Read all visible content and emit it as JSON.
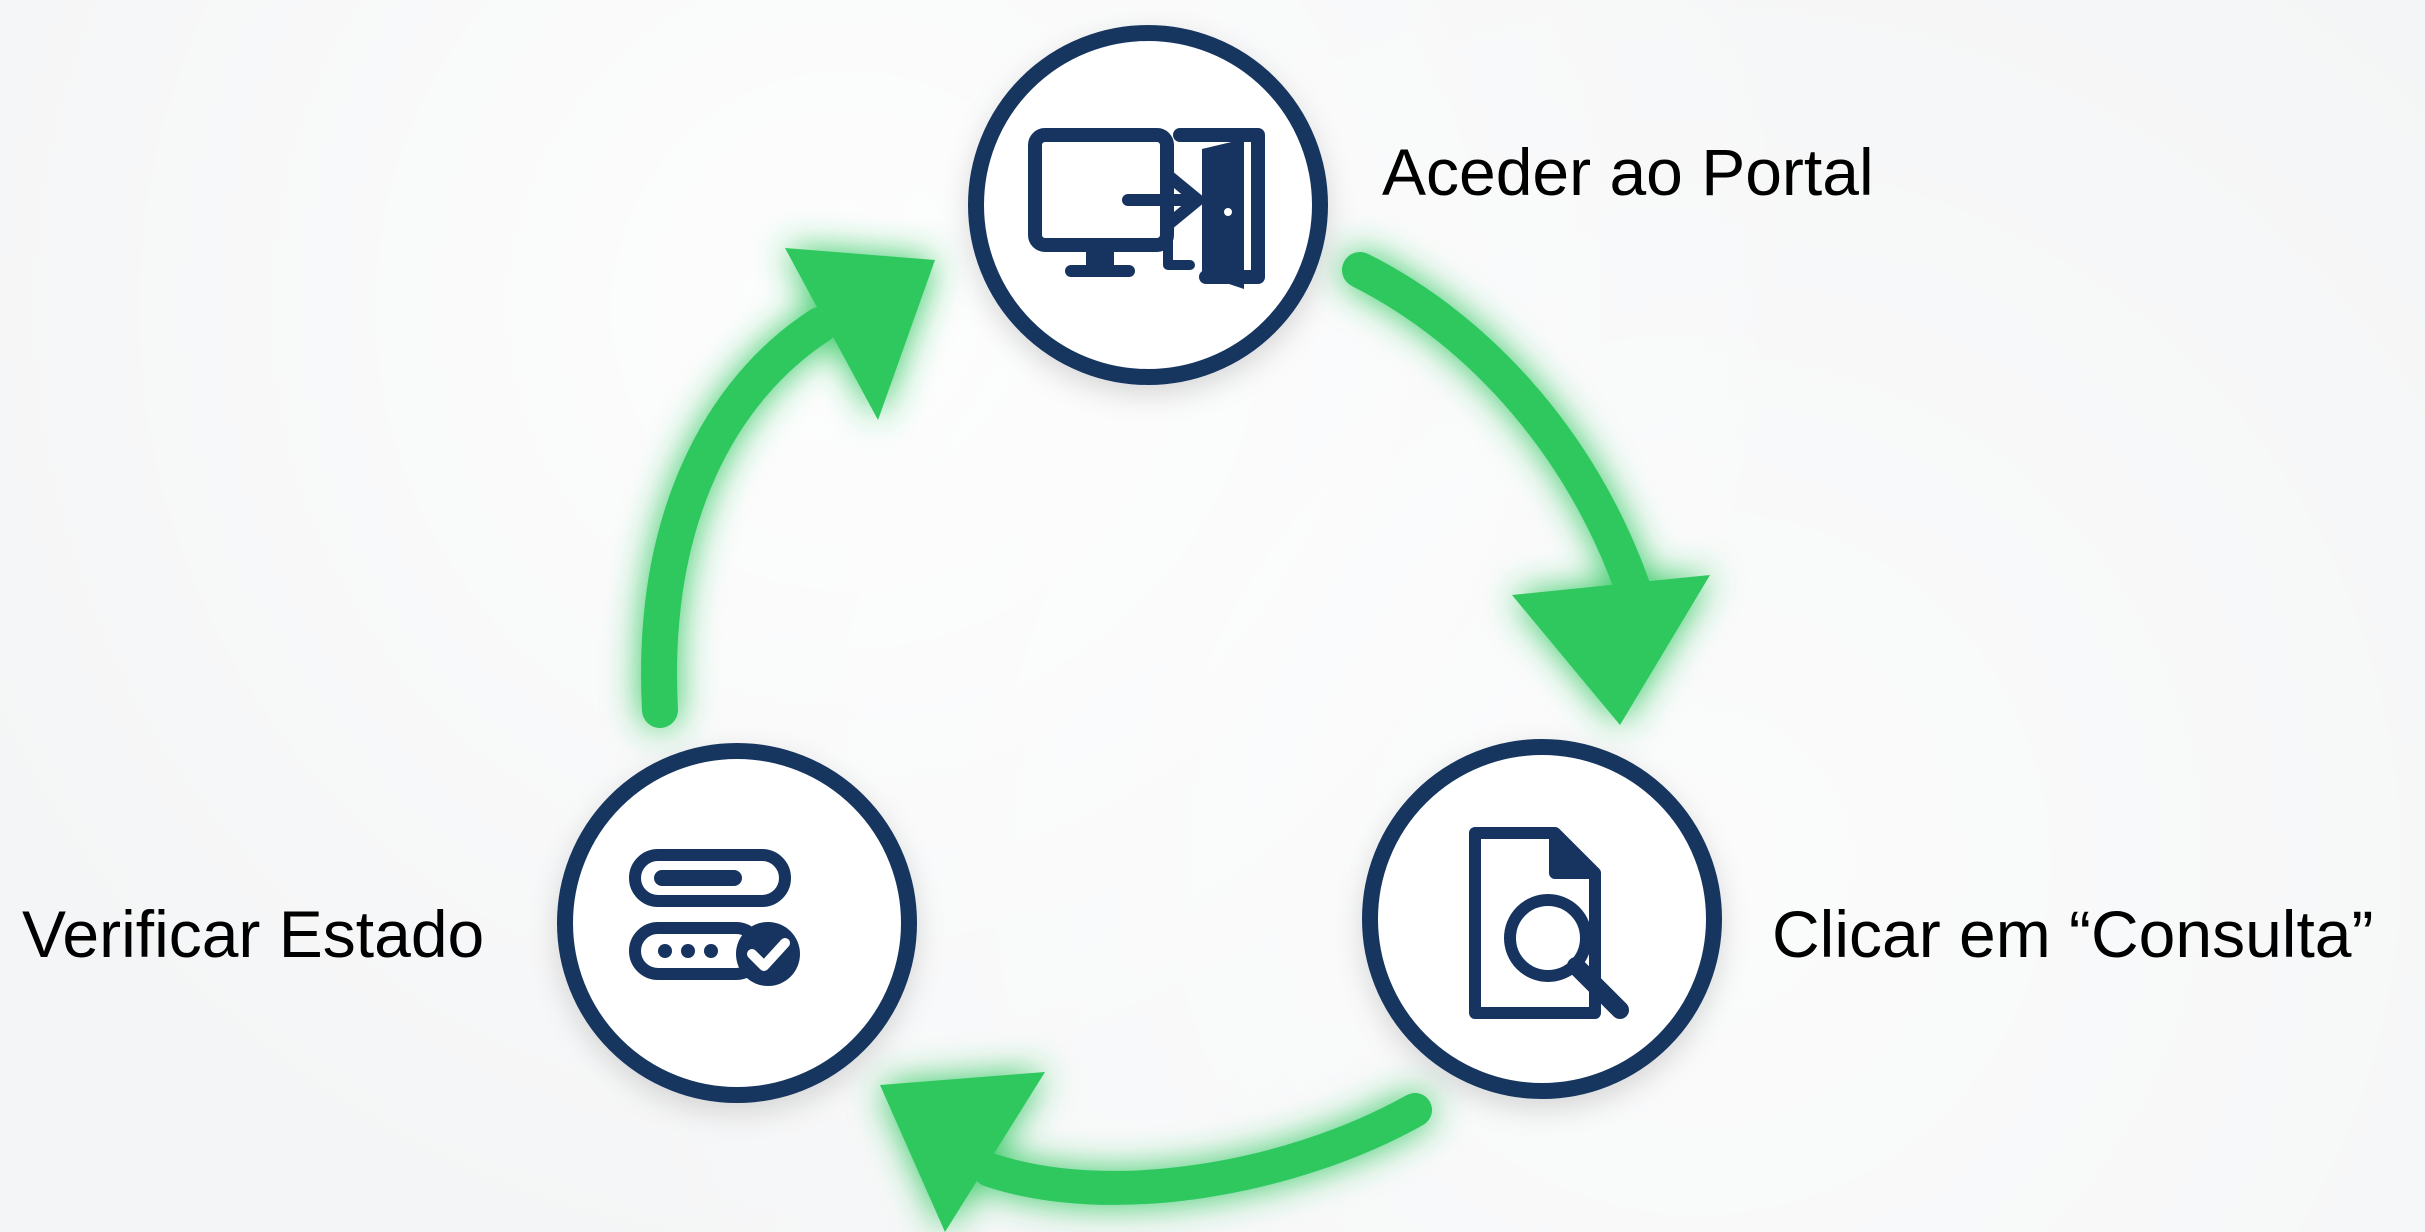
{
  "theme": {
    "background": "#f4f5f6",
    "ring": "#16345f",
    "icon": "#16345f",
    "arrow": "#2fc85f",
    "arrow_glow": "#7df0a0",
    "text": "#1b2a3a",
    "circle_fill": "#ffffff"
  },
  "steps": [
    {
      "label": "Aceder ao Portal",
      "icon": "computer-login-icon"
    },
    {
      "label": "Clicar em “Consulta”",
      "icon": "document-search-icon"
    },
    {
      "label": "Verificar Estado",
      "icon": "status-check-icon"
    }
  ],
  "arrows": [
    {
      "from": "Aceder ao Portal",
      "to": "Clicar em “Consulta”"
    },
    {
      "from": "Clicar em “Consulta”",
      "to": "Verificar Estado"
    },
    {
      "from": "Verificar Estado",
      "to": "Aceder ao Portal"
    }
  ]
}
